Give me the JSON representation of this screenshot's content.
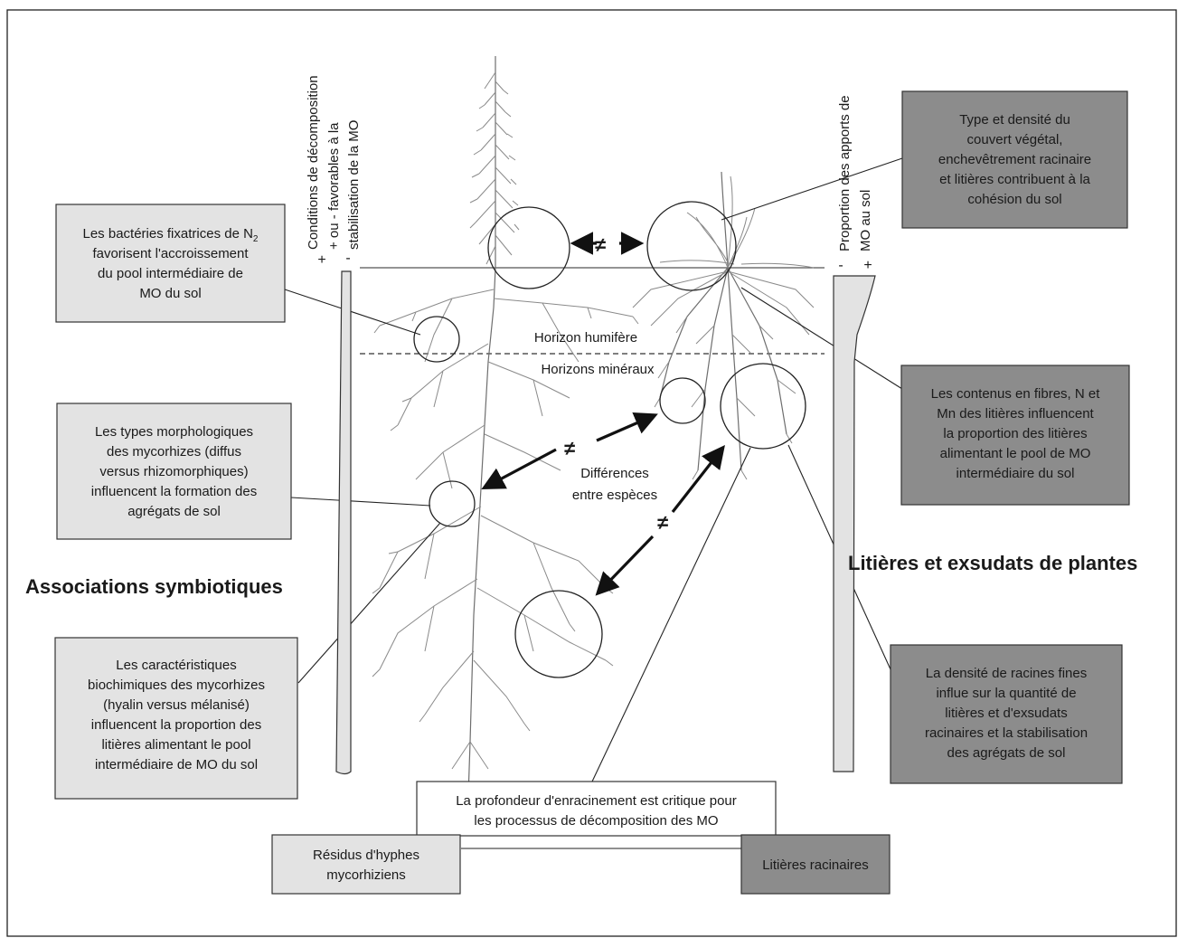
{
  "boxes": {
    "bacteria": [
      "Les bactéries fixatrices de N",
      "favorisent l'accroissement",
      "du pool intermédiaire de",
      "MO du sol"
    ],
    "bacteria_sub": "2",
    "morpho": [
      "Les types morphologiques",
      "des mycorhizes (diffus",
      "versus rhizomorphiques)",
      "influencent la formation des",
      "agrégats de sol"
    ],
    "biochem": [
      "Les caractéristiques",
      "biochimiques des mycorhizes",
      "(hyalin versus mélanisé)",
      "influencent la proportion des",
      "litières alimentant le pool",
      "intermédiaire de MO du sol"
    ],
    "cover": [
      "Type et densité du",
      "couvert végétal,",
      "enchevêtrement racinaire",
      "et litières contribuent à la",
      "cohésion du sol"
    ],
    "fibres": [
      "Les contenus en fibres, N et",
      "Mn des litières influencent",
      "la proportion des litières",
      "alimentant le pool de MO",
      "intermédiaire du sol"
    ],
    "fineroots": [
      "La densité de racines fines",
      "influe sur la quantité de",
      "litières et d'exsudats",
      "racinaires et la stabilisation",
      "des agrégats de sol"
    ],
    "depth": [
      "La profondeur d'enracinement est critique pour",
      "les processus de décomposition des MO"
    ],
    "hyphae": [
      "Résidus d'hyphes",
      "mycorhiziens"
    ],
    "rootlitter": [
      "Litières racinaires"
    ]
  },
  "headings": {
    "left": "Associations symbiotiques",
    "right": "Litières et exsudats de plantes"
  },
  "labels": {
    "horizon_humus": "Horizon humifère",
    "horizon_mineral": "Horizons minéraux",
    "species_diff": [
      "Différences",
      "entre espèces"
    ],
    "neq": "≠"
  },
  "left_gauge": {
    "lines": [
      "Conditions de  décomposition",
      "+ ou - favorables à la",
      "stabilisation de la MO"
    ],
    "plus": "+",
    "plusminus": "+ ou -",
    "minus": "-"
  },
  "right_gauge": {
    "lines": [
      "Proportion des apports de",
      "MO au sol"
    ],
    "minus": "-",
    "plus": "+"
  },
  "colors": {
    "light_box": "#e3e3e3",
    "dark_box": "#8c8c8c",
    "roots": "#8a8a8a"
  }
}
